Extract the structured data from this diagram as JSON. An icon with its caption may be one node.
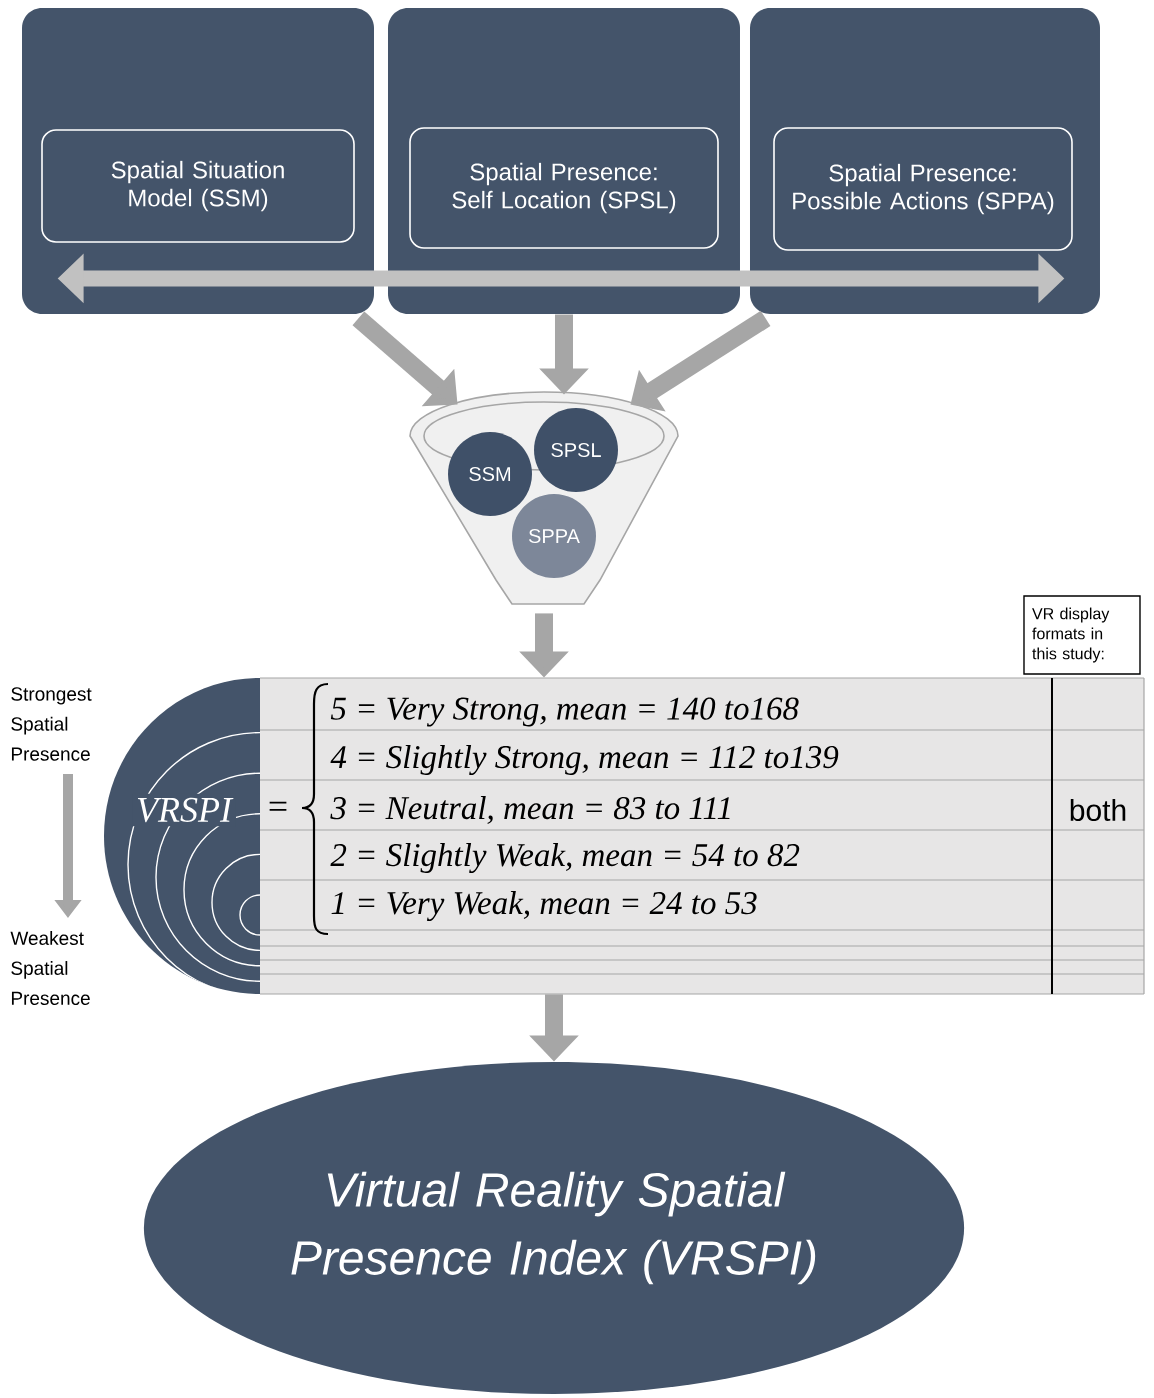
{
  "diagram": {
    "nodes": [
      {
        "text": [],
        "shape": "box"
      },
      {
        "text": [
          "Spatial Situation Model (SSM)"
        ],
        "in": 0
      },
      {
        "text": [],
        "shape": "box"
      },
      {
        "text": [
          "Spatial Presence: Self Location (SPSL)"
        ],
        "in": 2
      },
      {
        "text": [],
        "shape": "box"
      },
      {
        "text": [
          "Spatial Presence: Possible Actions (SPPA)"
        ],
        "in": 4
      },
      {
        "text": [],
        "shape": "funnel"
      },
      {
        "text": [
          "SSM"
        ],
        "in": 6
      },
      {
        "text": [
          "SPSL"
        ],
        "in": 6
      },
      {
        "text": [
          "SPPA"
        ],
        "in": 6
      },
      {
        "text": [
          "VRSPI",
          "=",
          "5 = Very Strong, mean = 140 to168",
          "4 = Slightly Strong, mean = 112 to139",
          "3 = Neutral, mean = 83 to 111",
          "2 = Slightly Weak, mean = 54 to 82",
          "1 = Very Weak, mean = 24 to 53",
          "both"
        ]
      },
      {
        "text": [
          "VR display formats in this study:"
        ]
      },
      {
        "text": [
          "Virtual Reality Spatial Presence Index (VRSPI)"
        ]
      }
    ],
    "edges": [
      {
        "from": 0,
        "to": 4,
        "arrow": "both"
      },
      {
        "from": 0,
        "to": 6,
        "arrow": "to"
      },
      {
        "from": 2,
        "to": 6,
        "arrow": "to"
      },
      {
        "from": 4,
        "to": 6,
        "arrow": "to"
      },
      {
        "from": 6,
        "to": 10,
        "arrow": "to"
      },
      {
        "from": 10,
        "to": 12,
        "arrow": "to"
      }
    ],
    "labels": [
      "Strongest Spatial Presence",
      "Weakest Spatial Presence"
    ]
  }
}
